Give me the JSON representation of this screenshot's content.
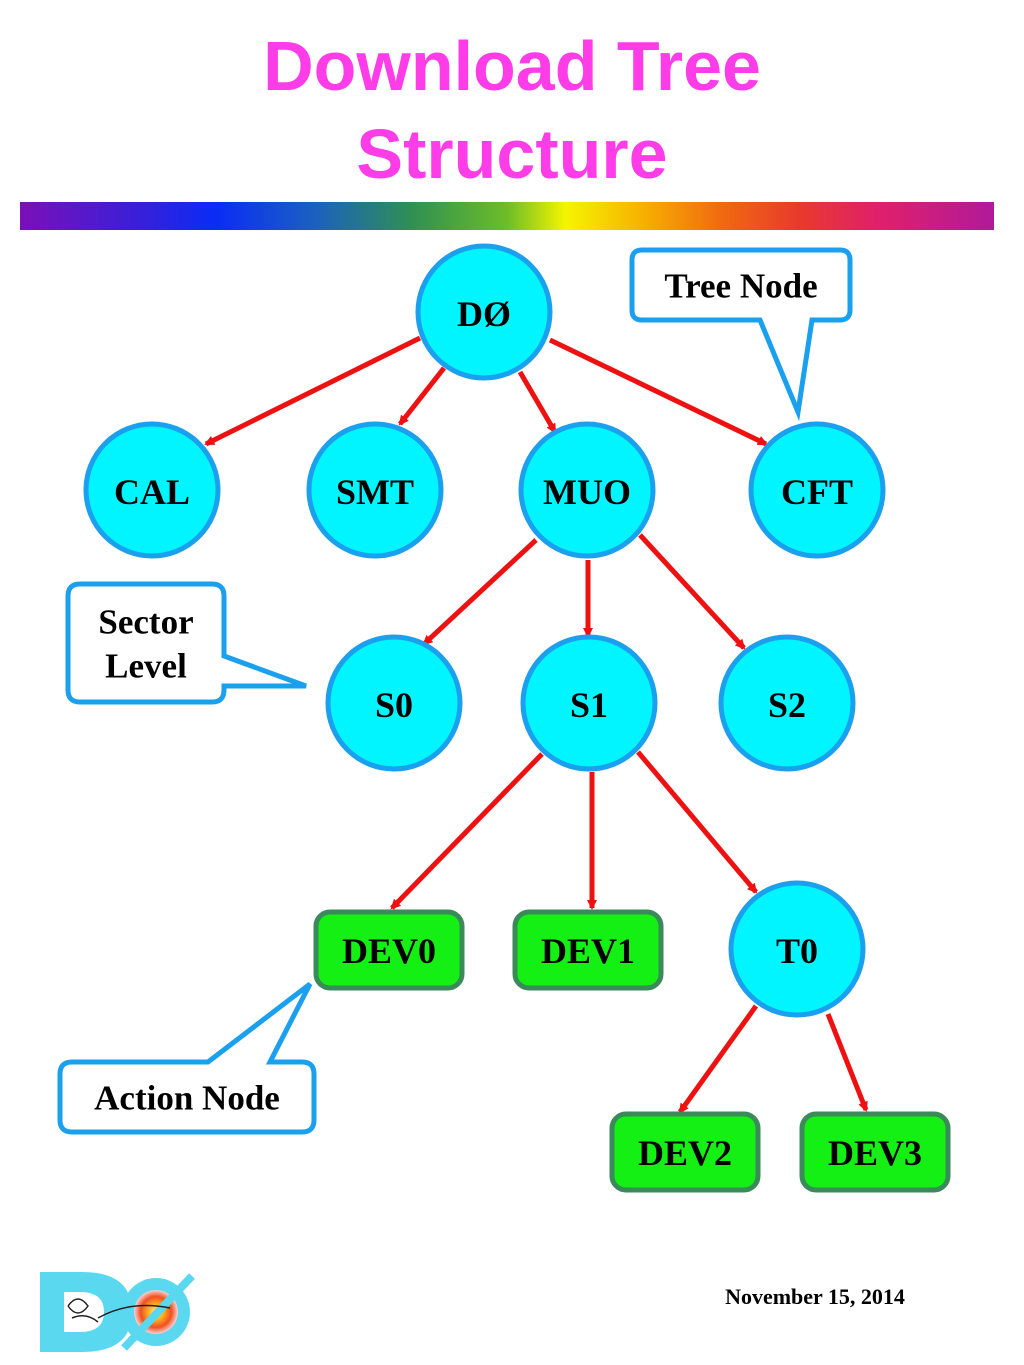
{
  "title": {
    "line1": "Download Tree",
    "line2": "Structure"
  },
  "nodes": {
    "d0": "DØ",
    "cal": "CAL",
    "smt": "SMT",
    "muo": "MUO",
    "cft": "CFT",
    "s0": "S0",
    "s1": "S1",
    "s2": "S2",
    "dev0": "DEV0",
    "dev1": "DEV1",
    "t0": "T0",
    "dev2": "DEV2",
    "dev3": "DEV3"
  },
  "callouts": {
    "tree_node": "Tree Node",
    "sector_level_1": "Sector",
    "sector_level_2": "Level",
    "action_node": "Action Node"
  },
  "footer": {
    "date": "November 15, 2014"
  },
  "colors": {
    "title": "#ff3de8",
    "tree_node_fill": "#00f5ff",
    "tree_node_stroke": "#1aa0ee",
    "action_node_fill": "#14f014",
    "action_node_stroke": "#3a8a5a",
    "arrow": "#ee1111",
    "callout_stroke": "#1aa0ee"
  }
}
